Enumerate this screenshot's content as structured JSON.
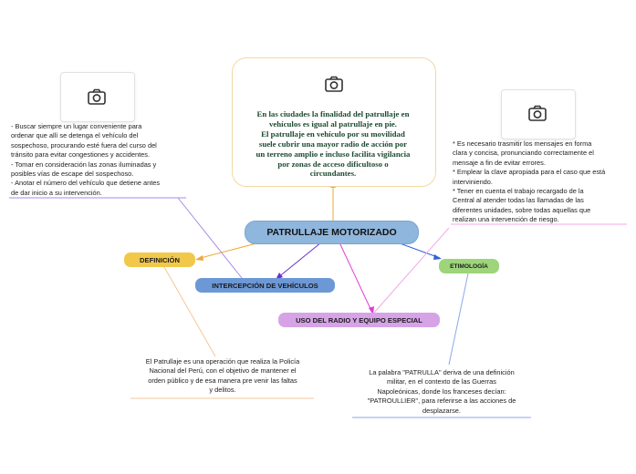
{
  "central": {
    "label": "PATRULLAJE MOTORIZADO"
  },
  "nodes": {
    "definicion": "DEFINICIÓN",
    "interceptacion": "INTERCEPCIÓN DE VEHÍCULOS",
    "uso_radio": "USO DEL RADIO Y EQUIPO ESPECIAL",
    "etimologia": "ETIMOLOGÍA"
  },
  "top_note": {
    "text": "En las ciudades la finalidad del patrullaje en\nvehículos es igual al patrullaje en pie.\nEl patrullaje en vehículo por su movilidad\nsuele cubrir una mayor radio de acción por\nun terreno amplio e incluso facilita vigilancia\npor zonas de acceso dificultoso o\ncircundantes."
  },
  "left_note": {
    "text": "- Buscar siempre un lugar conveniente para\nordenar que allí se detenga el vehículo del\nsospechoso, procurando esté fuera del curso del\ntránsito para evitar congestiones y accidentes.\n- Tomar en consideración las zonas iluminadas y\nposibles vías de escape del sospechoso.\n- Anotar el número del vehículo que detiene antes\nde dar inicio a su intervención."
  },
  "right_note": {
    "text": "* Es necesario trasmitir los mensajes en forma\nclara y concisa, pronunciando correctamente el\nmensaje a fin de evitar errores.\n* Emplear la clave apropiada para el caso que está\ninterviniendo.\n* Tener en cuenta el trabajo recargado de la\nCentral al atender todas las llamadas de las\ndiferentes unidades, sobre todas aquellas que\nrealizan una intervención de riesgo."
  },
  "definition_note": {
    "text": "El Patrullaje es una operación que realiza la Policía\nNacional del Perú, con el objetivo de mantener el\norden público y de esa manera pre venir las faltas\ny delitos."
  },
  "etymology_note": {
    "text": "La palabra \"PATRULLA\" deriva de una definición\nmilitar, en el contexto de las Guerras\nNapoleónicas, donde los franceses decían:\n\"PATROULLIER\", para referirse a las acciones de\ndesplazarse."
  },
  "icons": {
    "image_placeholder": "camera-icon"
  },
  "colors": {
    "central": "#8fb6dc",
    "definicion": "#f2c84b",
    "interceptacion": "#6c98d6",
    "uso_radio": "#d6a3e6",
    "etimologia": "#9ed47a",
    "top_text": "#1c4a30"
  }
}
